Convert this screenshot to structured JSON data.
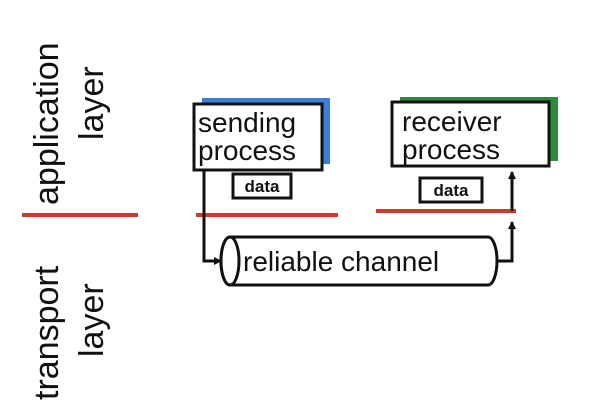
{
  "layers": {
    "application": {
      "line1": "application",
      "line2": "layer"
    },
    "transport": {
      "line1": "transport",
      "line2": "layer"
    }
  },
  "sending_process": {
    "line1": "sending",
    "line2": "process",
    "shadow_color": "#3a7fd5"
  },
  "receiver_process": {
    "line1": "receiver",
    "line2": "process",
    "shadow_color": "#2e8a3c"
  },
  "data_label_send": "data",
  "data_label_recv": "data",
  "channel_label": "reliable channel",
  "colors": {
    "layer_divider": "#cc3b2c",
    "ink": "#111111"
  }
}
